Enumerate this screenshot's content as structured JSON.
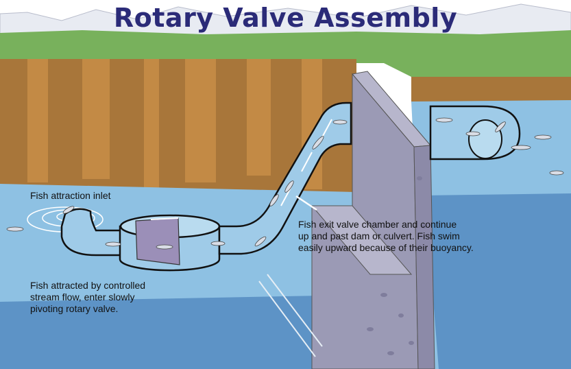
{
  "title": "Rotary Valve Assembly",
  "labels": {
    "inlet": "Fish attraction inlet",
    "exit": "Fish exit valve chamber and continue\nup and past dam or culvert.  Fish swim\neasily upward because of their buoyancy.",
    "attracted": "Fish attracted by controlled\nstream flow, enter slowly\npivoting rotary valve."
  },
  "colors": {
    "sky": "#ffffff",
    "mountain": "#e8ebf2",
    "grass": "#78b15c",
    "cliff": "#a8763a",
    "cliff_shade": "#c38a45",
    "water": "#8ec1e3",
    "water_deep": "#5d93c6",
    "dam_face": "#9b9ab5",
    "dam_top": "#b7b6cc",
    "dam_side": "#8c8aa8",
    "pipe": "#9fcbe8",
    "pipe_outline": "#111111",
    "title": "#2b2b78"
  }
}
